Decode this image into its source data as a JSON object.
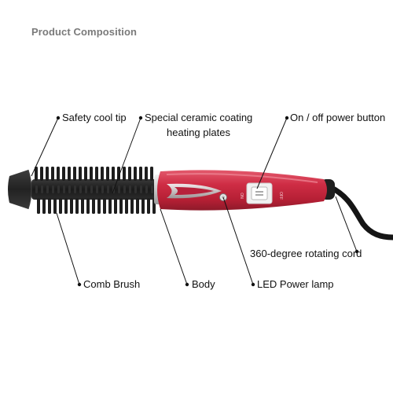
{
  "title": "Product Composition",
  "labels": {
    "safety_cool_tip": "Safety cool tip",
    "ceramic_line1": "Special ceramic coating",
    "ceramic_line2": "heating plates",
    "power_button": "On / off power button",
    "rotating_cord": "360-degree rotating cord",
    "comb_brush": "Comb Brush",
    "body": "Body",
    "led_lamp": "LED Power lamp"
  },
  "switch_marks": {
    "on": "ON",
    "off": "OFF"
  },
  "colors": {
    "body_red": "#c8283e",
    "body_highlight": "#e85a6c",
    "body_dark": "#8e1a2a",
    "bristles": "#1e1e1e",
    "cord": "#151515",
    "tip": "#2a2a2a"
  }
}
